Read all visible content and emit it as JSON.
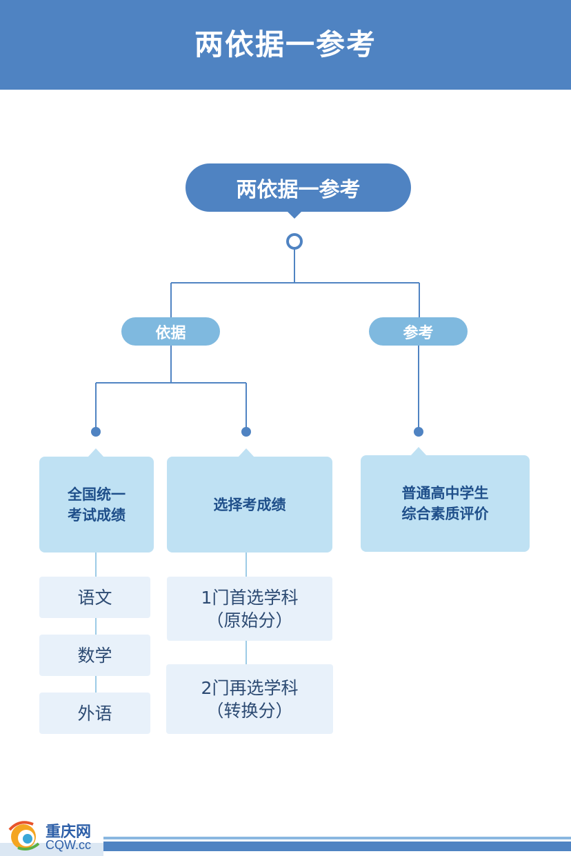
{
  "header": {
    "title": "两依据一参考"
  },
  "diagram": {
    "root": "两依据一参考",
    "branches": [
      {
        "label": "依据",
        "children": [
          {
            "label_line1": "全国统一",
            "label_line2": "考试成绩",
            "items": [
              "语文",
              "数学",
              "外语"
            ]
          },
          {
            "label": "选择考成绩",
            "items": [
              {
                "line1": "1门首选学科",
                "line2": "（原始分）"
              },
              {
                "line1": "2门再选学科",
                "line2": "（转换分）"
              }
            ]
          }
        ]
      },
      {
        "label": "参考",
        "children": [
          {
            "label_line1": "普通高中学生",
            "label_line2": "综合素质评价"
          }
        ]
      }
    ]
  },
  "colors": {
    "primary": "#4f83c2",
    "pill": "#7fb9df",
    "card": "#bfe1f3",
    "sub": "#e8f1fa",
    "line": "#4f83c2",
    "thin_line": "#9ccbe6"
  },
  "footer": {
    "logo_cn": "重庆网",
    "logo_en": "CQW.cc"
  }
}
